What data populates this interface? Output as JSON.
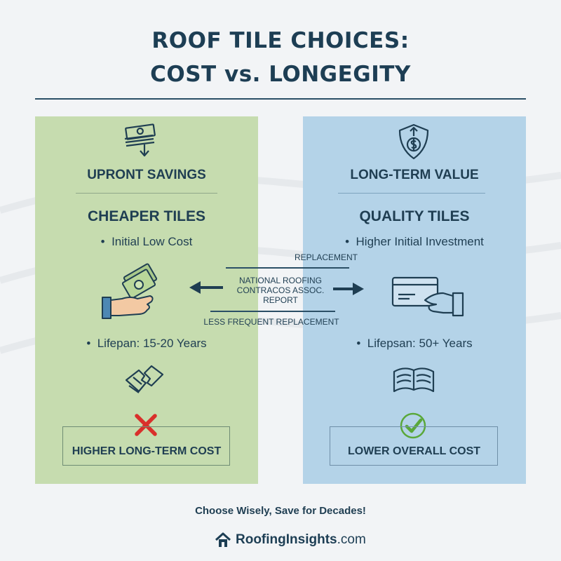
{
  "title": {
    "line1": "ROOF TILE CHOICES:",
    "line2": "COST vs. LONGEGITY"
  },
  "left_panel": {
    "heading": "UPRONT SAVINGS",
    "subheading": "CHEAPER TILES",
    "bullet_cost": "Initial Low Cost",
    "bullet_lifespan": "Lifepan: 15-20 Years",
    "result": "HIGHER LONG-TERM COST",
    "result_mark": "x-mark",
    "color": "#c6dcaf"
  },
  "right_panel": {
    "heading": "LONG-TERM VALUE",
    "subheading": "QUALITY TILES",
    "bullet_cost": "Higher Initial Investment",
    "bullet_lifespan": "Lifepsan: 50+ Years",
    "result": "LOWER OVERALL COST",
    "result_mark": "check-mark",
    "color": "#b4d3e8"
  },
  "center": {
    "top_label": "REPLACEMENT",
    "report_line1": "NATIONAL ROOFING",
    "report_line2": "CONTRACOS ASSOC.",
    "report_line3": "REPORT",
    "bottom_label": "LESS FREQUENT REPLACEMENT"
  },
  "footer": {
    "tagline": "Choose Wisely, Save for Decades!",
    "brand_bold": "RoofingInsights",
    "brand_suffix": ".com"
  },
  "colors": {
    "dark_blue": "#1d3e54",
    "x_red": "#d9302b",
    "check_green": "#5aa83a",
    "icon_green": "#2f7a4a"
  },
  "icons": [
    "money-stack-down-icon",
    "shield-dollar-icon",
    "hand-cash-icon",
    "hand-card-icon",
    "broken-tile-icon",
    "stacked-tiles-icon",
    "arrow-left-icon",
    "arrow-right-icon",
    "house-logo-icon"
  ]
}
